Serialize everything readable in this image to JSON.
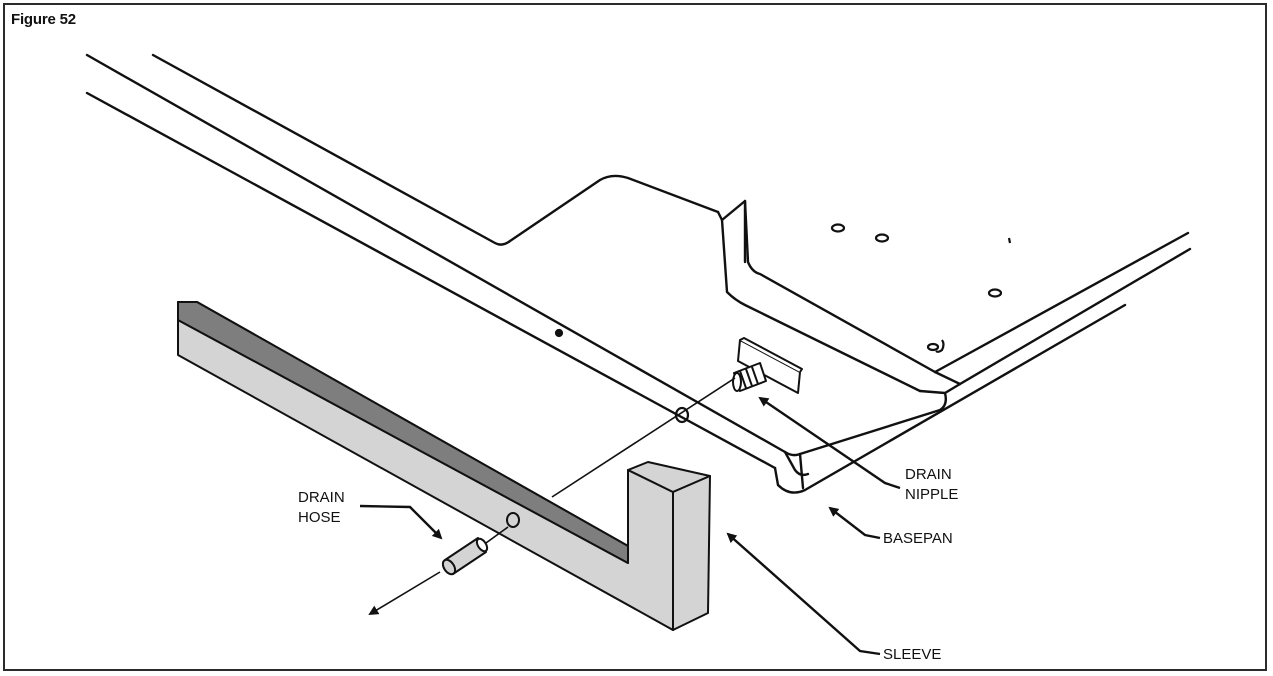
{
  "figure_label": "Figure 52",
  "callouts": {
    "drain_nipple": [
      "DRAIN",
      "NIPPLE"
    ],
    "basepan": "BASEPAN",
    "drain_hose": [
      "DRAIN",
      "HOSE"
    ],
    "sleeve": "SLEEVE"
  },
  "colors": {
    "line": "#111111",
    "sleeve_face": "#d4d4d4",
    "sleeve_top": "#7e7e7e"
  }
}
